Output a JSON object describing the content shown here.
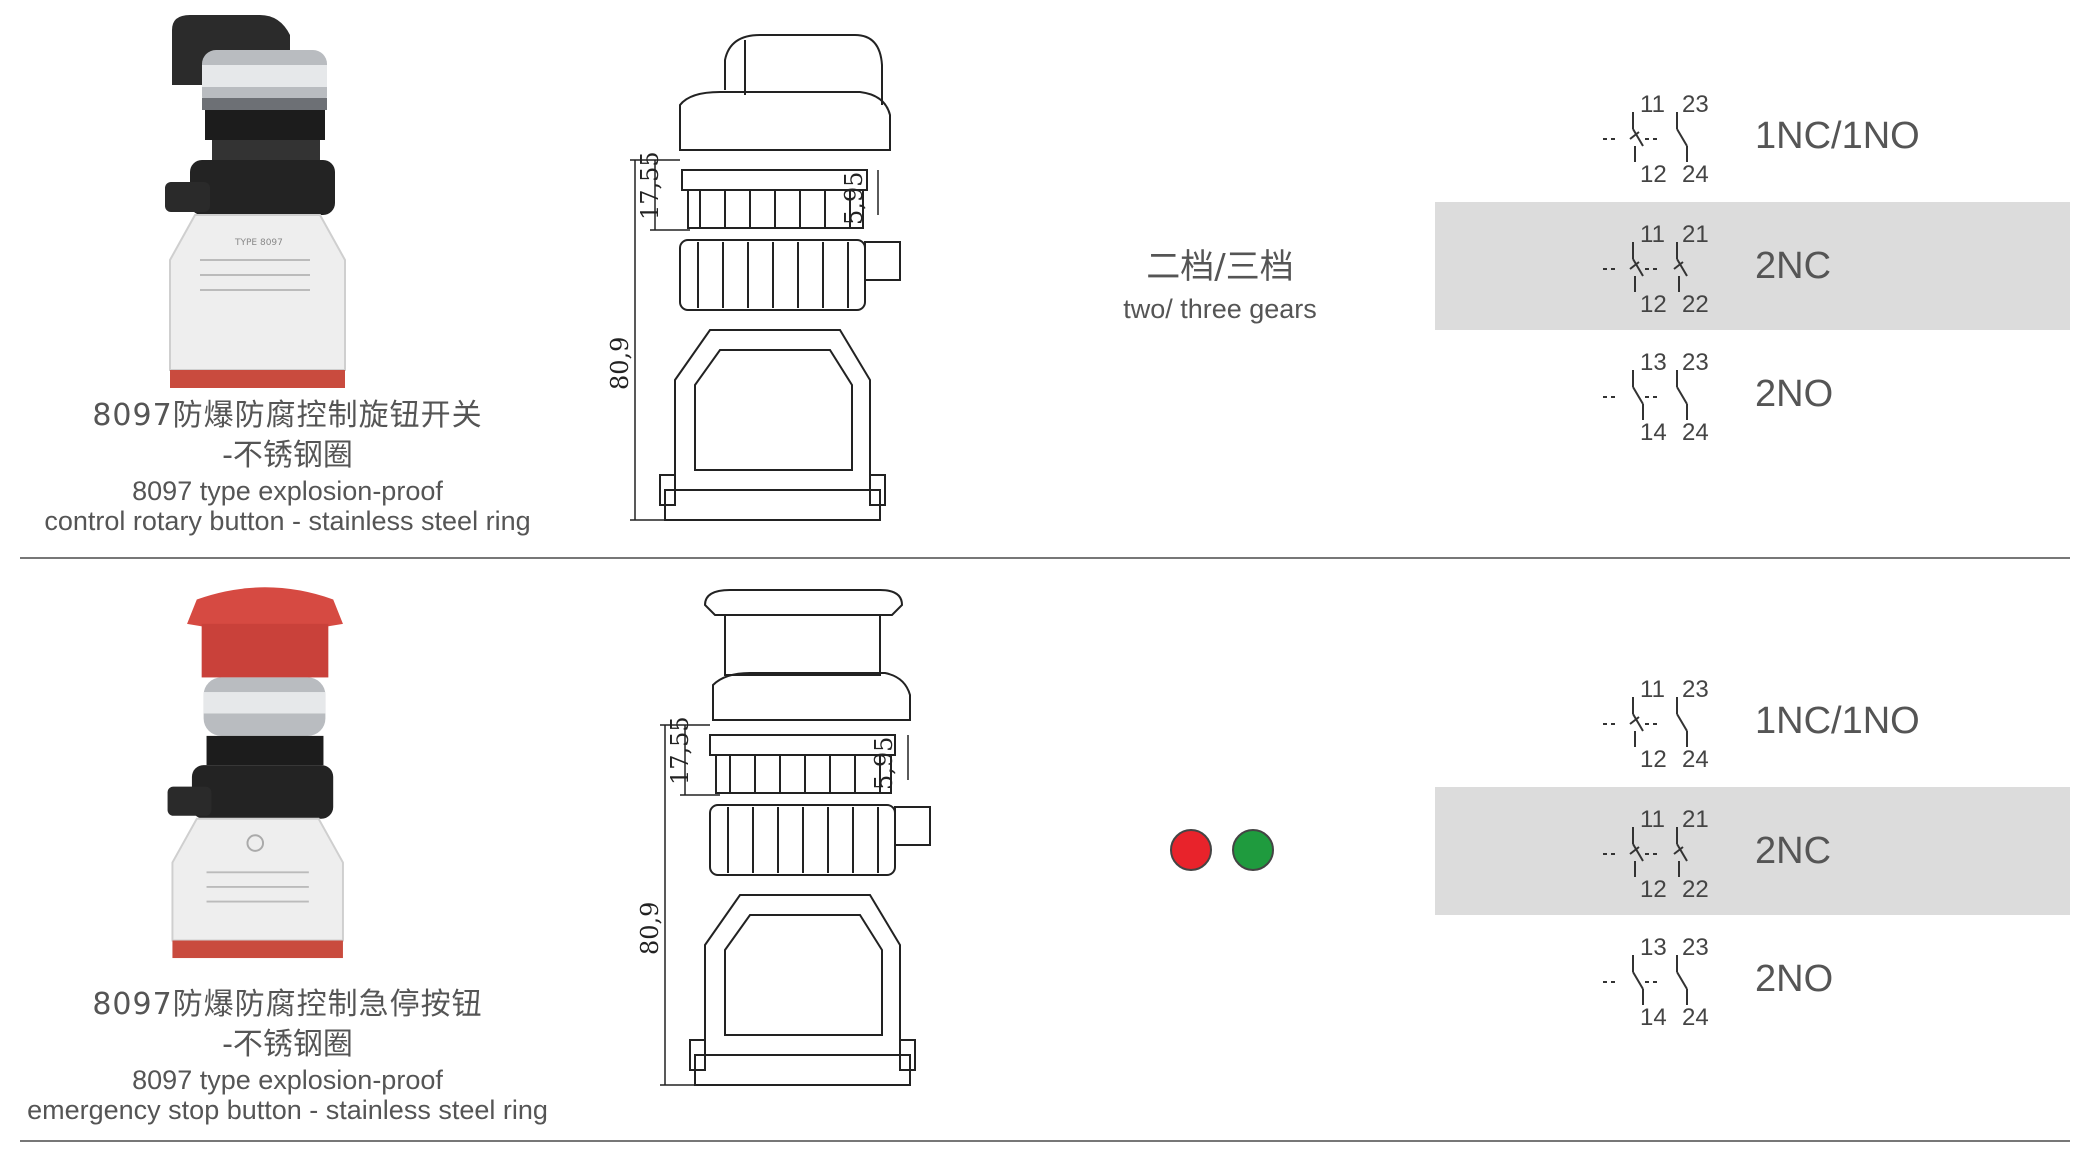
{
  "rows": [
    {
      "caption": {
        "cn_line1": "8097防爆防腐控制旋钮开关",
        "cn_line2": "-不锈钢圈",
        "en_line1": "8097 type explosion-proof",
        "en_line2": "control rotary button - stainless steel ring"
      },
      "dimensions": {
        "d1": "17,55",
        "d2": "5,95",
        "d3": "80,9"
      },
      "gear": {
        "cn": "二档/三档",
        "en": "two/ three gears"
      },
      "contacts": [
        {
          "top_left": "11",
          "top_right": "23",
          "bottom_left": "12",
          "bottom_right": "24",
          "label": "1NC/1NO"
        },
        {
          "top_left": "11",
          "top_right": "21",
          "bottom_left": "12",
          "bottom_right": "22",
          "label": "2NC"
        },
        {
          "top_left": "13",
          "top_right": "23",
          "bottom_left": "14",
          "bottom_right": "24",
          "label": "2NO"
        }
      ]
    },
    {
      "caption": {
        "cn_line1": "8097防爆防腐控制急停按钮",
        "cn_line2": "-不锈钢圈",
        "en_line1": "8097 type explosion-proof",
        "en_line2": "emergency stop button - stainless steel ring"
      },
      "dimensions": {
        "d1": "17,55",
        "d2": "5,95",
        "d3": "80,9"
      },
      "indicator_colors": [
        "#e8232b",
        "#1f9b3e"
      ],
      "contacts": [
        {
          "top_left": "11",
          "top_right": "23",
          "bottom_left": "12",
          "bottom_right": "24",
          "label": "1NC/1NO"
        },
        {
          "top_left": "11",
          "top_right": "21",
          "bottom_left": "12",
          "bottom_right": "22",
          "label": "2NC"
        },
        {
          "top_left": "13",
          "top_right": "23",
          "bottom_left": "14",
          "bottom_right": "24",
          "label": "2NO"
        }
      ]
    }
  ]
}
